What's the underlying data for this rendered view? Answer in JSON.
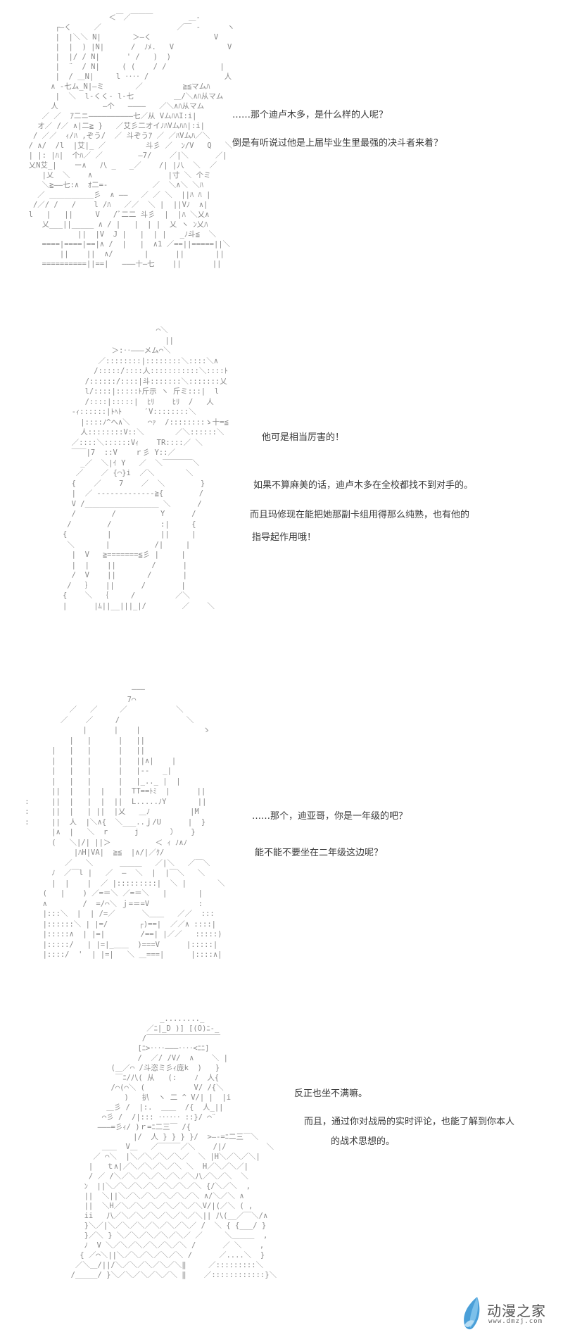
{
  "panels": [
    {
      "id": 1,
      "art_label": "Panel 1: ASCII art of a character holding a card deck",
      "dialogue": [
        "……那个迪卢木多，是什么样的人呢？",
        "倒是有听说过他是上届毕业生里最强的决斗者来着？"
      ]
    },
    {
      "id": 2,
      "art_label": "Panel 2: ASCII art of a girl with short hair, arms crossed",
      "dialogue": [
        "他可是相当厉害的！",
        "如果不算麻美的话，迪卢木多在全校都找不到对手的。",
        "而且玛修现在能把她那副卡组用得那么纯熟，也有他的",
        "指导起作用哦！"
      ]
    },
    {
      "id": 3,
      "art_label": "Panel 3: ASCII art of a long-haired girl smiling",
      "dialogue": [
        "……那个，迪亚哥，你是一年级的吧？",
        "能不能不要坐在二年级这边呢？"
      ]
    },
    {
      "id": 4,
      "art_label": "Panel 4: ASCII art of a character wearing a cap with goggles and a checkered outfit",
      "dialogue": [
        "反正也坐不满嘛。",
        "而且，通过你对战局的实时评论，也能了解到你本人",
        "的战术思想的。"
      ]
    }
  ],
  "watermark": {
    "title": "动漫之家",
    "url": "www.dmzj.com",
    "leaf_colors": [
      "#4a9fd8",
      "#7cc0ea",
      "#b6dcf3"
    ]
  },
  "colors": {
    "background": "#ffffff",
    "art": "#8a8a8a",
    "text": "#3a3a3a"
  }
}
